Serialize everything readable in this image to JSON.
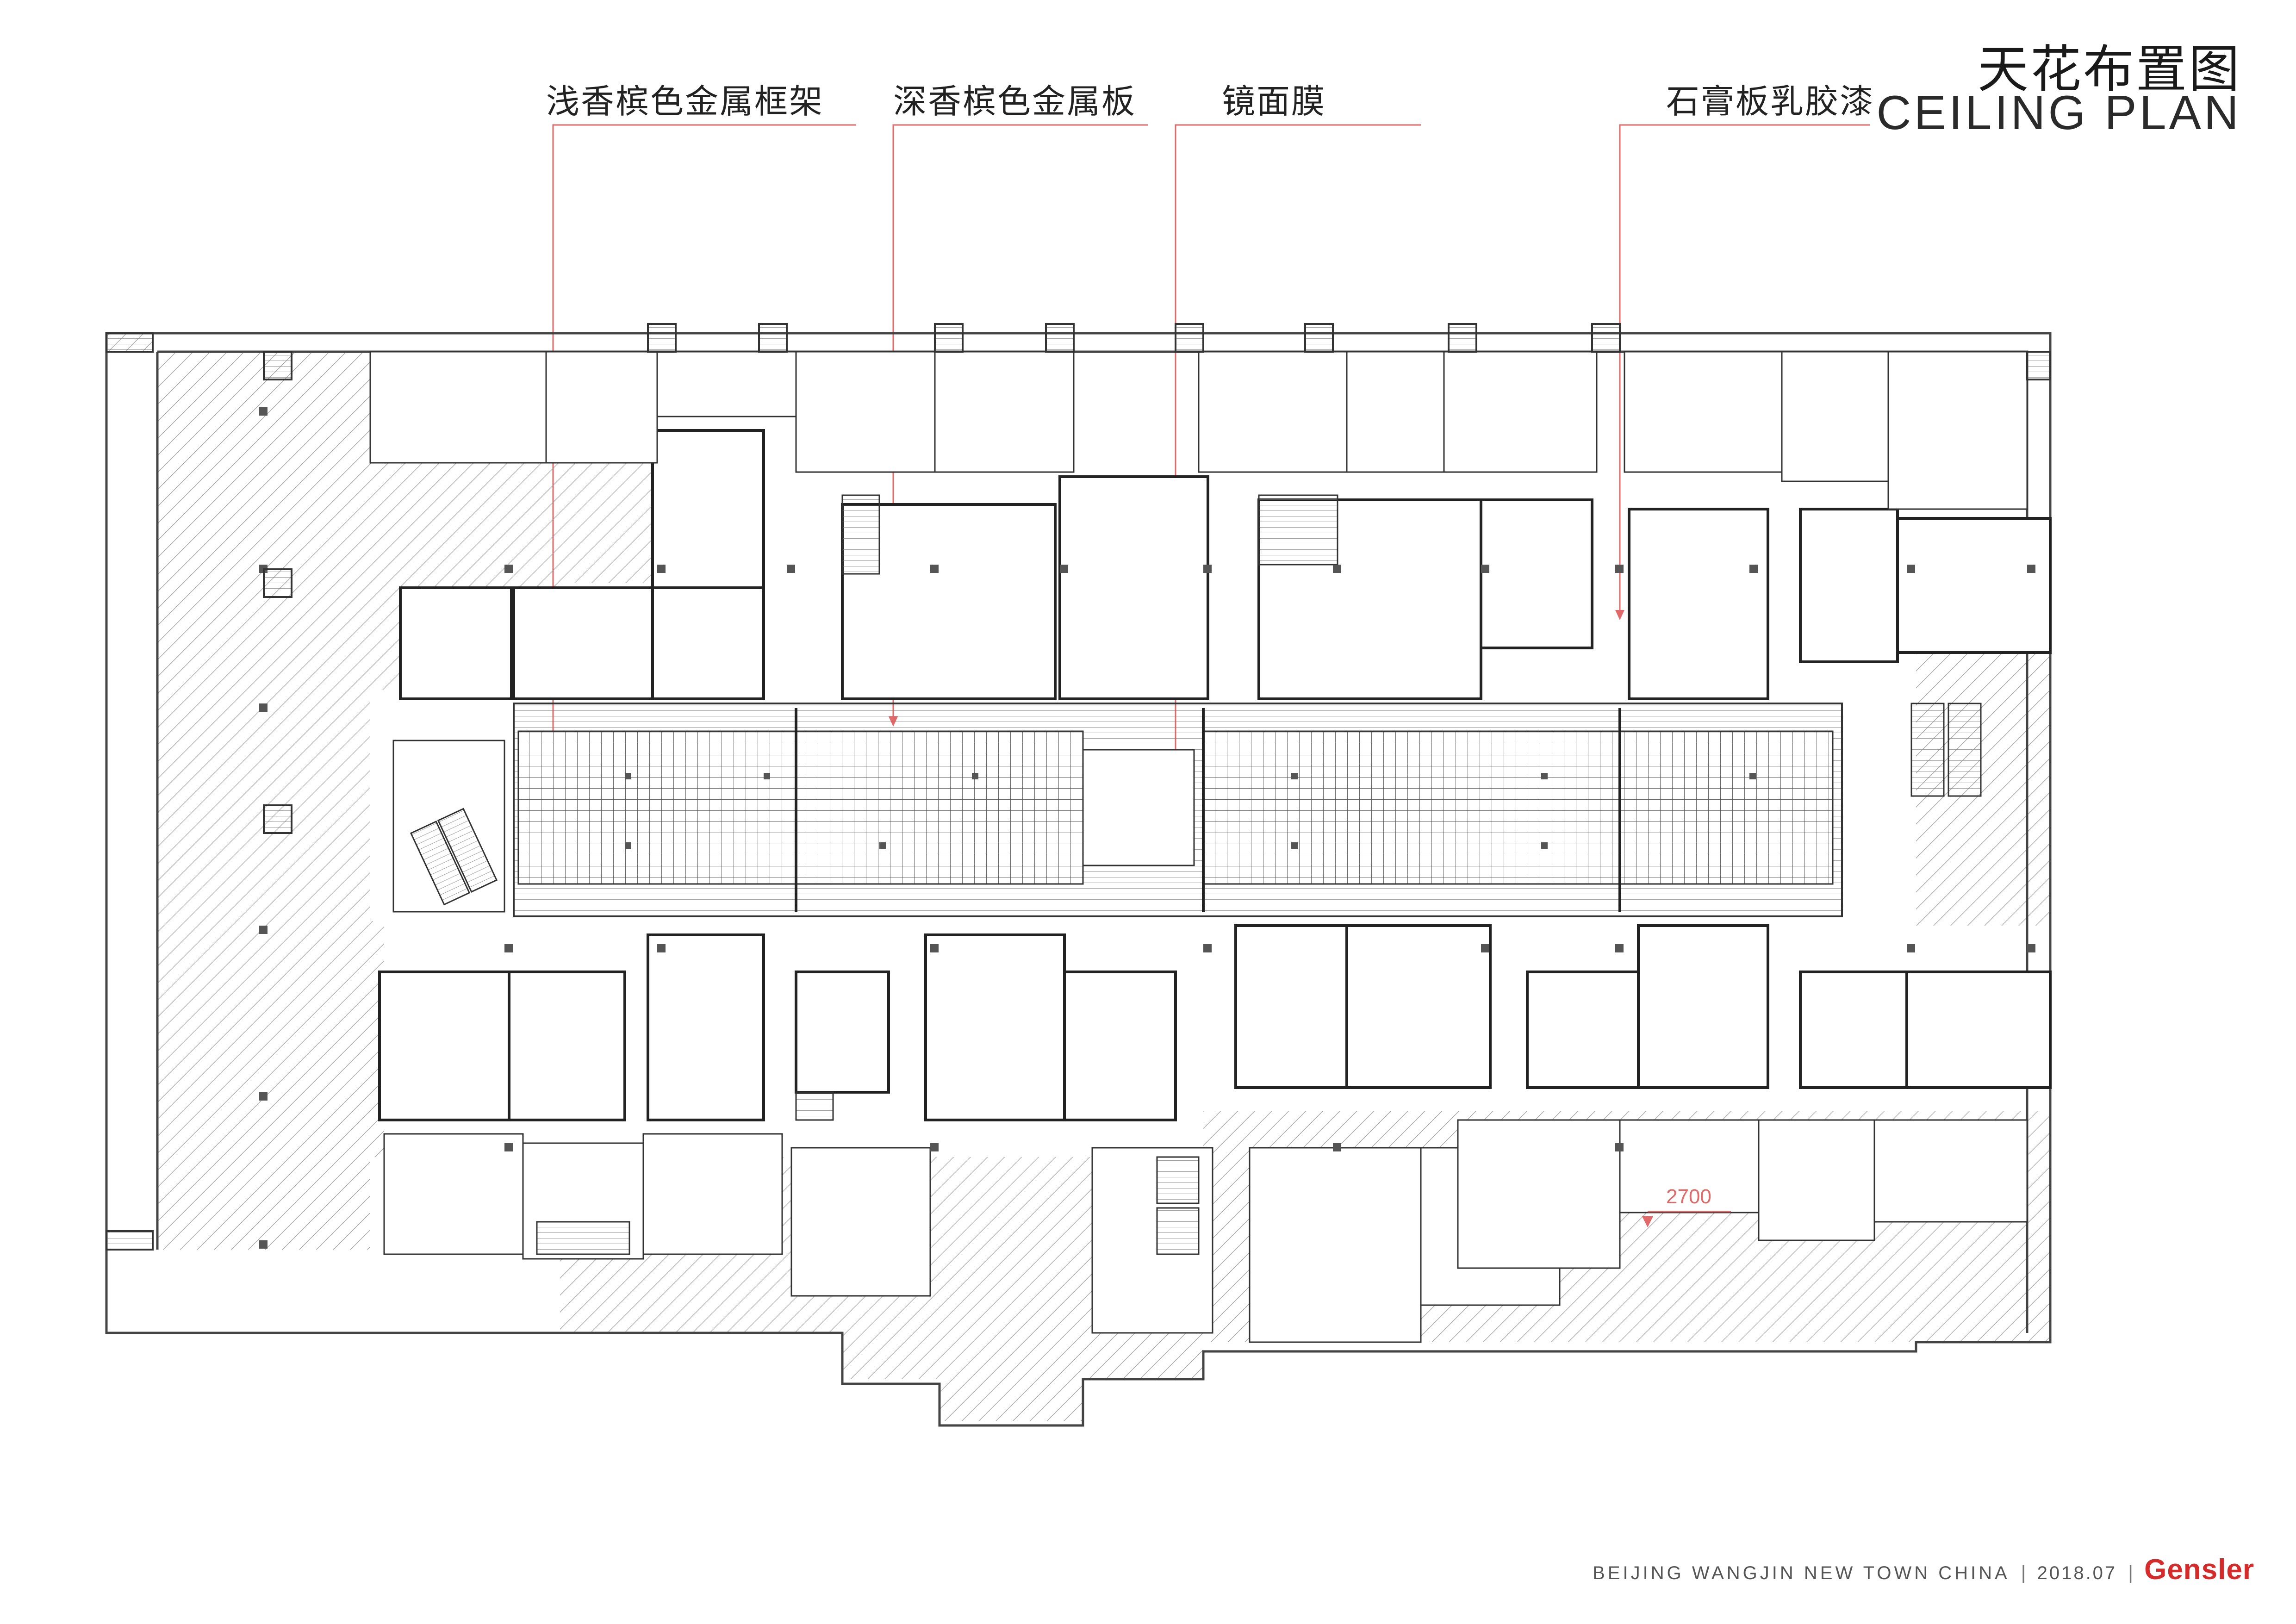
{
  "header": {
    "title_cn": "天花布置图",
    "title_en": "CEILING PLAN"
  },
  "legend": [
    {
      "label": "浅香槟色金属框架"
    },
    {
      "label": "深香槟色金属板"
    },
    {
      "label": "镜面膜"
    },
    {
      "label": "石膏板乳胶漆"
    }
  ],
  "annotations": {
    "ceiling_height": "2700"
  },
  "footer": {
    "project": "BEIJING WANGJIN NEW TOWN CHINA",
    "separator": "|",
    "date": "2018.07",
    "brand": "Gensler"
  },
  "colors": {
    "leader_red": "#e06a6a",
    "brand_red": "#d62b2b",
    "wall": "#333333",
    "hatch": "#9a9a9a"
  }
}
